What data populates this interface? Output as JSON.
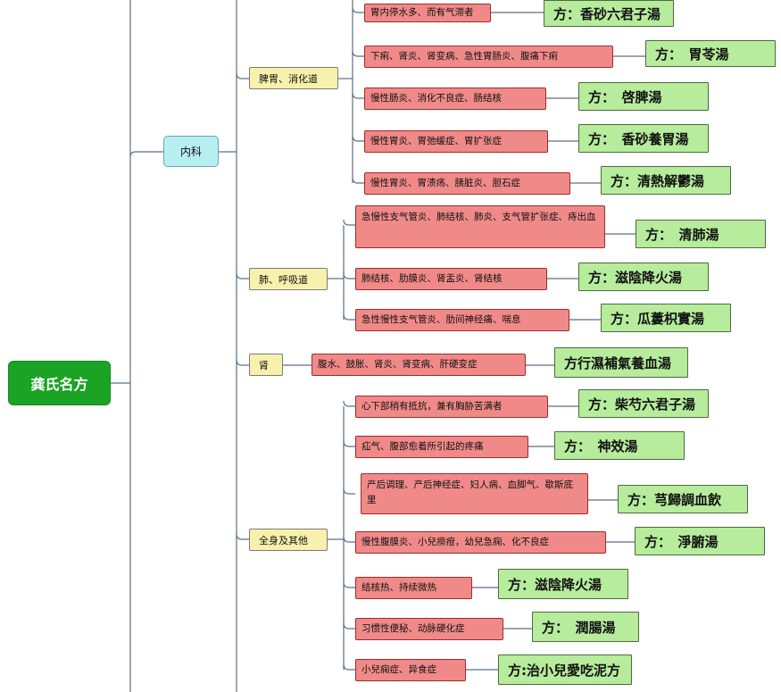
{
  "root": {
    "label": "龚氏名方"
  },
  "l1": [
    {
      "label": "内科"
    }
  ],
  "l2": [
    {
      "label": "脾胃、消化道"
    },
    {
      "label": "肺、呼吸道"
    },
    {
      "label": "肾"
    },
    {
      "label": "全身及其他"
    }
  ],
  "conditions": [
    "胃内停水多、而有气滞者",
    "下痢、肾炎、肾变病、急性胃肠炎、腹痛下痢",
    "慢性肠炎、消化不良症、肠结核",
    "慢性胃炎、胃弛缓症、胃扩张症",
    "慢性胃炎、胃溃疡、胰脏炎、胆石症",
    "急慢性支气管炎、肺结核、肺炎、支气管扩张症、痔出血",
    "肺结核、肋膜炎、肾盂炎、肾结核",
    "急性慢性支气管炎、肋间神经痛、喘息",
    "腹水、鼓胀、肾炎、肾变病、肝硬变症",
    "心下部稍有抵抗，兼有胸胁苦满者",
    "疝气、腹部愈着所引起的疼痛",
    "产后调理、产后神经症、妇人病、血脚气、歇斯底里",
    "慢性腹膜炎、小兒痨疳，幼兒急痫、化不良症",
    "结核热、持续微热",
    "习惯性便秘、动脉硬化症",
    "小兒痫症、异食症"
  ],
  "prescriptions": [
    "方：香砂六君子湯",
    "方：　胃苓湯",
    "方：　啓脾湯",
    "方：　香砂養胃湯",
    "方：清熱解鬱湯",
    "方：　清肺湯",
    "方：滋陰降火湯",
    "方：瓜蔞枳實湯",
    "方行濕補氣養血湯",
    "方：柴芍六君子湯",
    "方：　神效湯",
    "方：芎歸調血飲",
    "方：　淨腑湯",
    "方：滋陰降火湯",
    "方：　潤腸湯",
    "方:治小兒愛吃泥方"
  ]
}
